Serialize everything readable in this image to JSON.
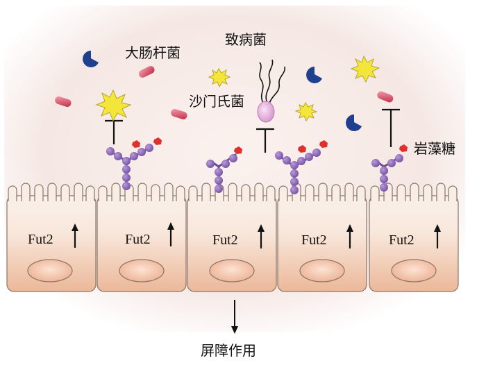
{
  "labels": {
    "e_coli": "大肠杆菌",
    "pathogen": "致病菌",
    "salmonella": "沙门氏菌",
    "fucose": "岩藻糖",
    "barrier": "屏障作用"
  },
  "cells": [
    {
      "gene": "Fut2"
    },
    {
      "gene": "Fut2"
    },
    {
      "gene": "Fut2"
    },
    {
      "gene": "Fut2"
    },
    {
      "gene": "Fut2"
    }
  ],
  "colors": {
    "background_glow": "#f7ece8",
    "cell_top": "#f9eee6",
    "cell_bottom": "#f0c0a4",
    "cell_outline": "#8a7466",
    "nucleus": "#f4c8ae",
    "glycan_bead": "#8e6cb6",
    "fucose": "#e0302e",
    "capsule_bacterium": "#cc3a52",
    "pacman_bacterium": "#1f3f8f",
    "star_bacterium": "#f4e53a",
    "salmonella_body": "#e6b5e0"
  }
}
